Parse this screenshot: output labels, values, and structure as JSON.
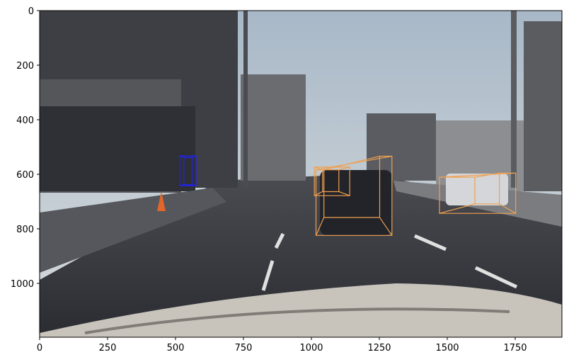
{
  "figure": {
    "description_type": "annotated camera frame with 3D bounding boxes",
    "x_ticks": [
      "0",
      "250",
      "500",
      "750",
      "1000",
      "1250",
      "1500",
      "1750"
    ],
    "y_ticks": [
      "0",
      "200",
      "400",
      "600",
      "800",
      "1000"
    ],
    "x_range": [
      0,
      1920
    ],
    "y_range": [
      1200,
      0
    ],
    "colors": {
      "vehicle_box": "#f0a050",
      "pedestrian_box": "#2020ff",
      "sky": "#c8d2da",
      "road": "#3a3c42"
    }
  },
  "annotations": [
    {
      "label": "vehicle",
      "color": "#f0a050",
      "front": [
        [
          1016,
          585
        ],
        [
          1295,
          535
        ],
        [
          1295,
          826
        ],
        [
          1016,
          826
        ]
      ],
      "back": [
        [
          1045,
          585
        ],
        [
          1250,
          535
        ],
        [
          1250,
          760
        ],
        [
          1045,
          760
        ]
      ]
    },
    {
      "label": "vehicle",
      "color": "#f0a050",
      "front": [
        [
          1010,
          575
        ],
        [
          1140,
          575
        ],
        [
          1140,
          680
        ],
        [
          1010,
          680
        ]
      ],
      "back": [
        [
          1040,
          585
        ],
        [
          1100,
          585
        ],
        [
          1100,
          665
        ],
        [
          1040,
          665
        ]
      ]
    },
    {
      "label": "vehicle",
      "color": "#f0a050",
      "front": [
        [
          1470,
          612
        ],
        [
          1750,
          597
        ],
        [
          1750,
          745
        ],
        [
          1470,
          745
        ]
      ],
      "back": [
        [
          1600,
          612
        ],
        [
          1690,
          597
        ],
        [
          1690,
          710
        ],
        [
          1600,
          710
        ]
      ]
    },
    {
      "label": "pedestrian",
      "color": "#2020ff",
      "front": [
        [
          515,
          534
        ],
        [
          575,
          534
        ],
        [
          575,
          643
        ],
        [
          515,
          643
        ]
      ],
      "back": [
        [
          530,
          540
        ],
        [
          560,
          540
        ],
        [
          560,
          640
        ],
        [
          530,
          640
        ]
      ]
    }
  ]
}
